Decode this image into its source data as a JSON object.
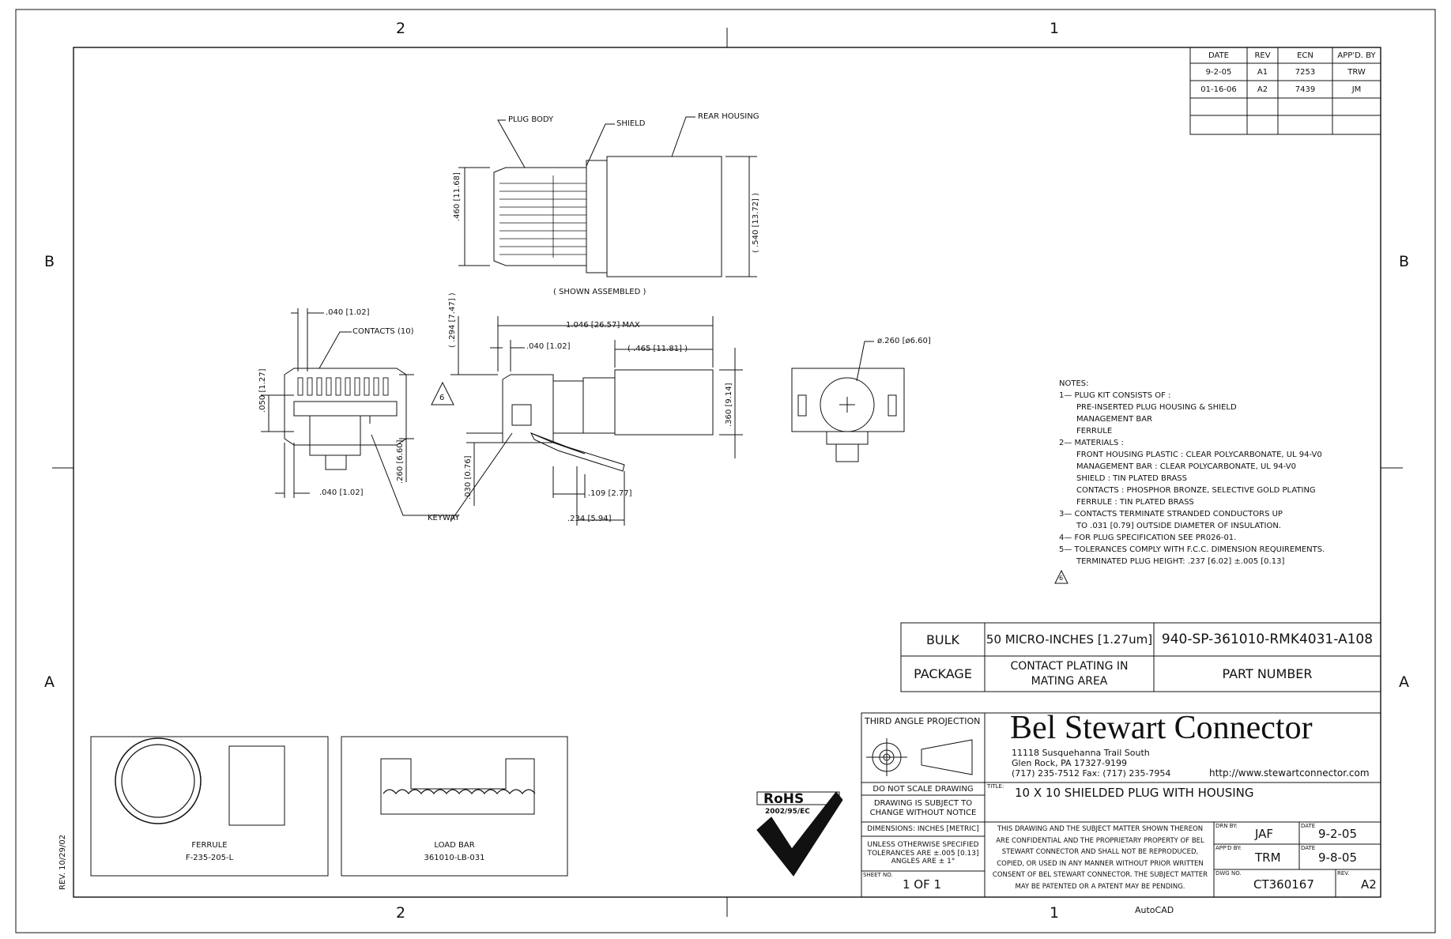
{
  "zones": {
    "top": [
      "2",
      "1"
    ],
    "bottom": [
      "2",
      "1"
    ],
    "left": [
      "B",
      "A"
    ],
    "right": [
      "B",
      "A"
    ]
  },
  "rev_table": {
    "headers": [
      "DATE",
      "REV",
      "ECN",
      "APP'D. BY"
    ],
    "rows": [
      [
        "9-2-05",
        "A1",
        "7253",
        "TRW"
      ],
      [
        "01-16-06",
        "A2",
        "7439",
        "JM"
      ],
      [
        "",
        "",
        "",
        ""
      ],
      [
        "",
        "",
        "",
        ""
      ]
    ]
  },
  "labels": {
    "plug_body": "PLUG BODY",
    "shield": "SHIELD",
    "rear_housing": "REAR HOUSING",
    "shown_assembled": "( SHOWN ASSEMBLED )",
    "dim_460": ".460 [11.68]",
    "dim_540": "( .540 [13.72] )",
    "dim_040_top": ".040 [1.02]",
    "contacts": "CONTACTS (10)",
    "dim_050": ".050 [1.27]",
    "dim_260": ".260 [6.60]",
    "dim_040_bottom": ".040 [1.02]",
    "keyway": "KEYWAY",
    "dim_294": "( .294 [7.47] )",
    "note6_flag": "6",
    "dim_1046": "1.046 [26.57] MAX",
    "dim_040_side": ".040 [1.02]",
    "dim_465": "( .465 [11.81] )",
    "dim_360": ".360 [9.14]",
    "dim_030": ".030 [0.76]",
    "dim_109": ".109 [2.77]",
    "dim_234": ".234 [5.94]",
    "dia_260": "ø.260 [ø6.60]"
  },
  "notes": {
    "title": "NOTES:",
    "lines": [
      "1— PLUG KIT CONSISTS OF :",
      "PRE-INSERTED PLUG HOUSING & SHIELD",
      "MANAGEMENT BAR",
      "FERRULE",
      "2— MATERIALS :",
      "FRONT HOUSING PLASTIC :   CLEAR POLYCARBONATE, UL 94-V0",
      "MANAGEMENT BAR :   CLEAR POLYCARBONATE, UL 94-V0",
      "SHIELD :   TIN PLATED BRASS",
      "CONTACTS :   PHOSPHOR BRONZE, SELECTIVE GOLD PLATING",
      "FERRULE :   TIN PLATED BRASS",
      "3— CONTACTS TERMINATE STRANDED CONDUCTORS UP",
      "TO .031 [0.79] OUTSIDE DIAMETER OF INSULATION.",
      "4— FOR PLUG SPECIFICATION SEE PR026-01.",
      "5— TOLERANCES COMPLY WITH F.C.C. DIMENSION REQUIREMENTS.",
      "TERMINATED PLUG HEIGHT:   .237 [6.02] ±.005 [0.13]"
    ],
    "flag6": "6"
  },
  "part_table": {
    "bulk": "BULK",
    "plating_value": "50 MICRO-INCHES [1.27um]",
    "part_number_value": "940-SP-361010-RMK4031-A108",
    "package": "PACKAGE",
    "plating_header": "CONTACT PLATING IN MATING AREA",
    "part_number_header": "PART NUMBER"
  },
  "title_block": {
    "projection": "THIRD ANGLE PROJECTION",
    "company": "Bel Stewart Connector",
    "address1": "11118 Susquehanna Trail South",
    "address2": "Glen Rock, PA   17327-9199",
    "phone": "(717) 235-7512   Fax: (717) 235-7954",
    "url": "http://www.stewartconnector.com",
    "do_not_scale": "DO NOT SCALE DRAWING",
    "subject_change": "DRAWING IS SUBJECT TO CHANGE WITHOUT NOTICE",
    "dimensions": "DIMENSIONS: INCHES [METRIC]",
    "tolerances": "UNLESS OTHERWISE SPECIFIED TOLERANCES ARE ±.005 [0.13] ANGLES ARE ± 1°",
    "sheet_label": "SHEET NO.",
    "sheet": "1 OF 1",
    "title_label": "TITLE:",
    "title": "10 X 10 SHIELDED PLUG WITH HOUSING",
    "confidential": "THIS DRAWING AND THE SUBJECT MATTER SHOWN THEREON ARE CONFIDENTIAL AND THE PROPRIETARY PROPERTY OF BEL STEWART CONNECTOR AND SHALL NOT BE REPRODUCED, COPIED, OR USED IN ANY MANNER WITHOUT PRIOR WRITTEN CONSENT OF BEL STEWART CONNECTOR.  THE SUBJECT MATTER MAY BE PATENTED OR A PATENT MAY BE PENDING.",
    "drn_label": "DRN BY:",
    "drn": "JAF",
    "date_label": "DATE",
    "drn_date": "9-2-05",
    "appd_label": "APP'D BY:",
    "appd": "TRM",
    "appd_date": "9-8-05",
    "dwg_label": "DWG NO.",
    "dwg": "CT360167",
    "rev_label": "REV.",
    "rev": "A2"
  },
  "rohs": {
    "title": "RoHS",
    "sub": "2002/95/EC"
  },
  "ferrule": {
    "name": "FERRULE",
    "part": "F-235-205-L"
  },
  "loadbar": {
    "name": "LOAD BAR",
    "part": "361010-LB-031"
  },
  "rev_stamp": "REV. 10/29/02",
  "autocad": "AutoCAD"
}
